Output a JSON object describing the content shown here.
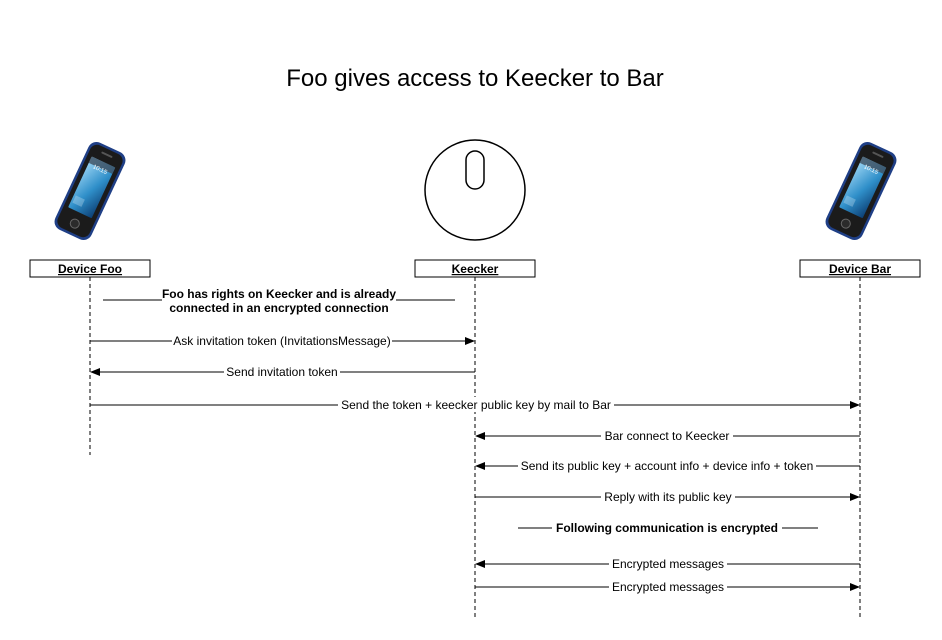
{
  "title": "Foo gives access to Keecker to Bar",
  "participants": {
    "foo": {
      "label": "Device Foo",
      "icon": "smartphone-icon",
      "screen_time": "10:15"
    },
    "keecker": {
      "label": "Keecker",
      "icon": "keecker-robot-icon"
    },
    "bar": {
      "label": "Device Bar",
      "icon": "smartphone-icon",
      "screen_time": "10:15"
    }
  },
  "notes": {
    "already_connected": [
      "Foo has rights on Keecker and is already",
      "connected in an encrypted connection"
    ],
    "encrypted_from_now": "Following communication is encrypted"
  },
  "messages": [
    {
      "from": "foo",
      "to": "keecker",
      "label": "Ask invitation token (InvitationsMessage)"
    },
    {
      "from": "keecker",
      "to": "foo",
      "label": "Send invitation token"
    },
    {
      "from": "foo",
      "to": "bar",
      "label": "Send the token + keecker public key by mail to Bar"
    },
    {
      "from": "bar",
      "to": "keecker",
      "label": "Bar connect to Keecker"
    },
    {
      "from": "bar",
      "to": "keecker",
      "label": "Send its public key + account info + device info + token"
    },
    {
      "from": "keecker",
      "to": "bar",
      "label": "Reply with its public key"
    },
    {
      "from": "bar",
      "to": "keecker",
      "label": "Encrypted messages"
    },
    {
      "from": "keecker",
      "to": "bar",
      "label": "Encrypted messages"
    }
  ],
  "colors": {
    "line": "#000000",
    "phone_body": "#1b1b1b",
    "phone_rim": "#1f3f86",
    "phone_screen": "#2f8fc9"
  }
}
